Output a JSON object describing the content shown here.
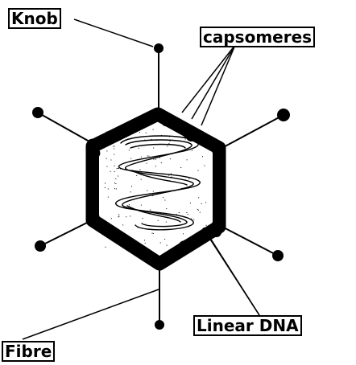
{
  "labels": {
    "knob": "Knob",
    "capsomeres": "capsomeres",
    "linear_dna": "Linear DNA",
    "fibre": "Fibre"
  },
  "colors": {
    "ink": "#000000",
    "background": "#ffffff"
  }
}
